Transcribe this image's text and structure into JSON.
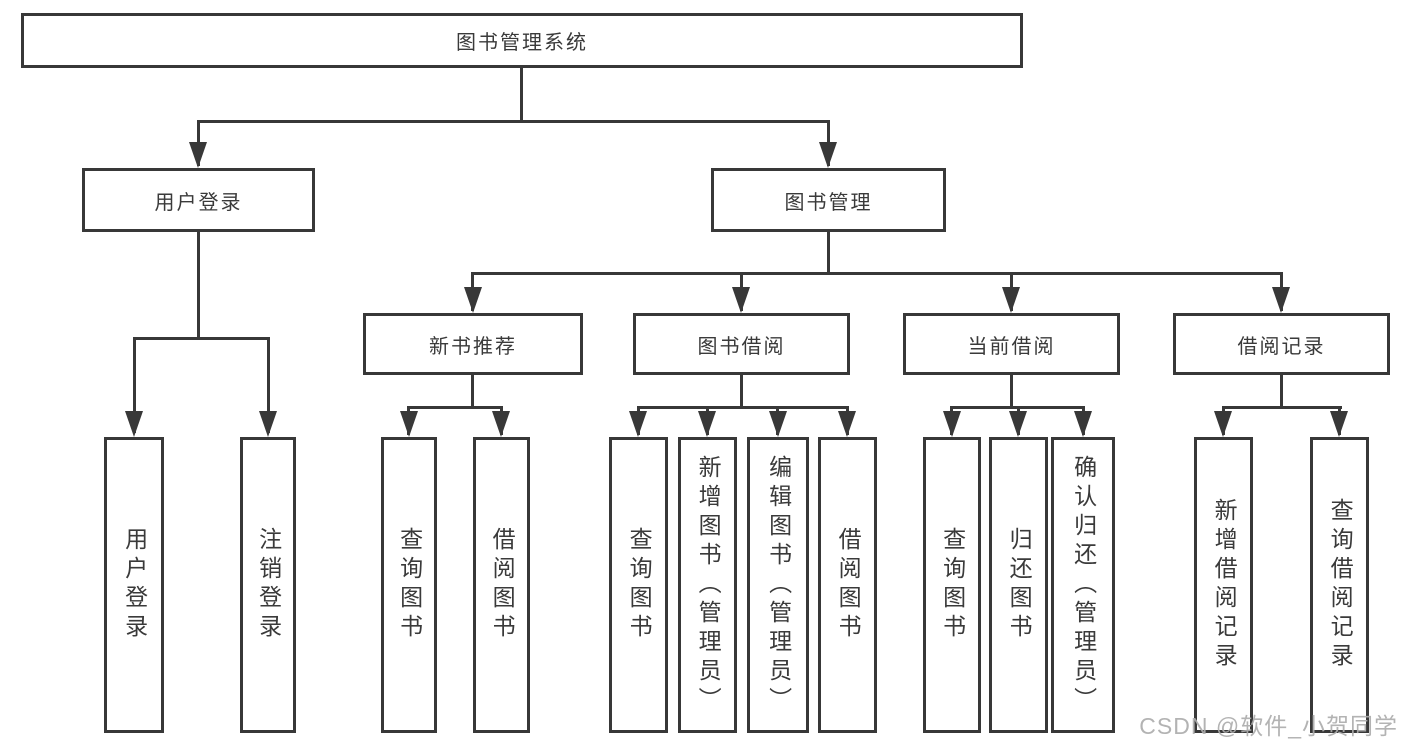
{
  "watermark": {
    "text": "CSDN @软件_小贺同学"
  },
  "colors": {
    "line": "#383838",
    "text": "#3a3a3a",
    "background": "#ffffff",
    "watermark": "#acacac"
  },
  "tree": {
    "label": "图书管理系统",
    "children": [
      {
        "label": "用户登录",
        "children": [
          {
            "label": "用户登录"
          },
          {
            "label": "注销登录"
          }
        ]
      },
      {
        "label": "图书管理",
        "children": [
          {
            "label": "新书推荐",
            "children": [
              {
                "label": "查询图书"
              },
              {
                "label": "借阅图书"
              }
            ]
          },
          {
            "label": "图书借阅",
            "children": [
              {
                "label": "查询图书"
              },
              {
                "label": "新增图书（管理员）"
              },
              {
                "label": "编辑图书（管理员）"
              },
              {
                "label": "借阅图书"
              }
            ]
          },
          {
            "label": "当前借阅",
            "children": [
              {
                "label": "查询图书"
              },
              {
                "label": "归还图书"
              },
              {
                "label": "确认归还（管理员）"
              }
            ]
          },
          {
            "label": "借阅记录",
            "children": [
              {
                "label": "新增借阅记录"
              },
              {
                "label": "查询借阅记录"
              }
            ]
          }
        ]
      }
    ]
  }
}
